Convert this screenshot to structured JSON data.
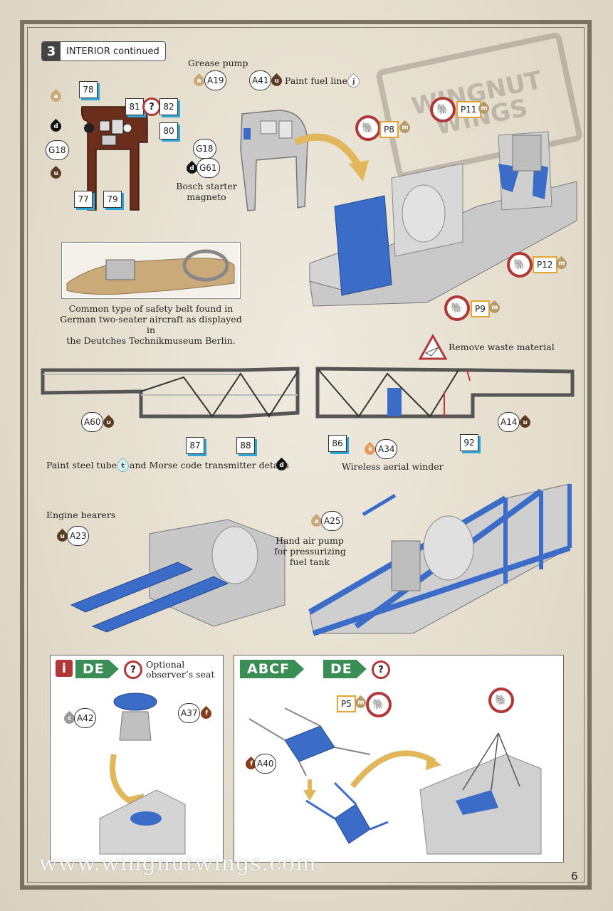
{
  "step": {
    "number": "3",
    "title": "INTERIOR continued"
  },
  "labels": {
    "grease_pump": "Grease pump",
    "paint_fuel_lines": "Paint fuel lines",
    "bosch_starter": "Bosch starter",
    "magneto": "magneto",
    "safety_belt_caption": [
      "Common type of safety belt found in",
      "German two-seater aircraft as displayed in",
      "the Deutches Technikmuseum Berlin."
    ],
    "remove_waste": "Remove waste material",
    "paint_steel_tubes": "Paint steel tubes",
    "and_morse": "and Morse code transmitter details",
    "wireless_aerial_winder": "Wireless aerial winder",
    "engine_bearers": "Engine bearers",
    "hand_air_pump": [
      "Hand air pump",
      "for pressurizing",
      "fuel tank"
    ],
    "optional_observer_seat": [
      "Optional",
      "observer’s seat"
    ]
  },
  "part_numbers": {
    "p78": "78",
    "p81": "81",
    "p82": "82",
    "p80": "80",
    "p77": "77",
    "p79": "79",
    "p87": "87",
    "p88": "88",
    "p86": "86",
    "p92": "92"
  },
  "part_codes": {
    "g18a": "G18",
    "a19": "A19",
    "a41": "A41",
    "g18b": "G18",
    "g61": "G61",
    "a60": "A60",
    "a34": "A34",
    "a14": "A14",
    "a23": "A23",
    "a25": "A25",
    "a42": "A42",
    "a37": "A37",
    "a40": "A40"
  },
  "paint_codes": {
    "a": "a",
    "d": "d",
    "u": "u",
    "j": "j",
    "t": "t",
    "k": "k",
    "m": "m",
    "f": "f",
    "c": "c"
  },
  "photoetch": {
    "p8": "P8",
    "p11": "P11",
    "p12": "P12",
    "p9": "P9",
    "p5": "P5"
  },
  "watermark_logo": "WINGNUT WINGS",
  "banners": {
    "i": "i",
    "de": "DE",
    "abcf": "ABCF",
    "de2": "DE",
    "q": "?"
  },
  "footer": {
    "url": "www.wingnutwings.com",
    "page_number": "6"
  },
  "colors": {
    "blue_part": "#3a6cc8",
    "brown_part": "#6b2e1a",
    "grey_part": "#bcbcbc",
    "blue_box": "#2da6d6",
    "red_ring": "#b13838",
    "orange_box": "#e5a532",
    "green_banner": "#3a8e55"
  }
}
